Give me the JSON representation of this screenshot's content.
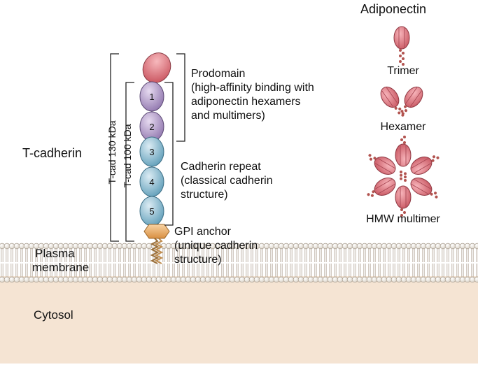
{
  "labels": {
    "adiponectin": "Adiponectin",
    "trimer": "Trimer",
    "hexamer": "Hexamer",
    "hmw": "HMW multimer",
    "t_cadherin": "T-cadherin",
    "tcad130": "T-cad 130 kDa",
    "tcad100": "T-cad 100 kDa",
    "prodomain": [
      "Prodomain",
      "(high-affinity binding with",
      "adiponectin hexamers",
      "and multimers)"
    ],
    "cadherin_repeat": [
      "Cadherin repeat",
      "(classical cadherin",
      "structure)"
    ],
    "gpi_anchor": [
      "GPI anchor",
      "(unique cadherin",
      "structure)"
    ],
    "plasma_membrane": [
      "Plasma",
      "membrane"
    ],
    "cytosol": "Cytosol"
  },
  "domains": [
    "1",
    "2",
    "3",
    "4",
    "5"
  ],
  "colors": {
    "prodomain": "#e0707a",
    "purple_domain": "#b7a0cc",
    "blue_domain": "#8fbfd4",
    "gpi": "#f0b873",
    "adiponectin": "#e27d87",
    "membrane_head": "#ede6dc",
    "cytosol": "#f5e4d3",
    "linker": "#b2534f"
  }
}
